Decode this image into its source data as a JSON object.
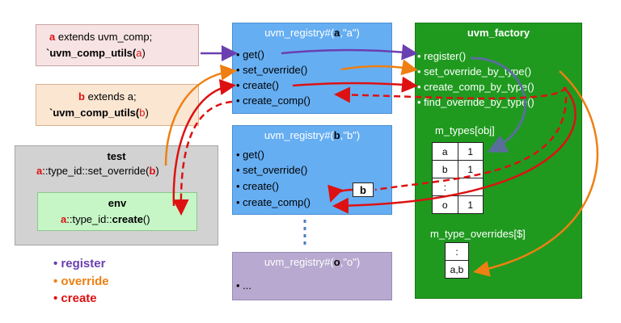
{
  "class_a": {
    "line1_name": "a",
    "line1_rest": " extends uvm_comp;",
    "line2_pre": "`uvm_comp_utils(",
    "line2_arg": "a",
    "line2_post": ")"
  },
  "class_b": {
    "line1_name": "b",
    "line1_rest": " extends a;",
    "line2_pre": "`uvm_comp_utils(",
    "line2_arg": "b",
    "line2_post": ")"
  },
  "test": {
    "title": "test",
    "call_name": "a",
    "call_mid": "::type_id::set_override(",
    "call_arg": "b",
    "call_end": ")"
  },
  "env": {
    "title": "env",
    "call_name": "a",
    "call_mid": "::type_id::",
    "call_fn": "create",
    "call_end": "()"
  },
  "registry_a": {
    "title_pre": "uvm_registry#(",
    "title_type": "a",
    "title_post": ",\"a\")",
    "methods": [
      "• get()",
      "• set_override()",
      "• create()",
      "• create_comp()"
    ]
  },
  "registry_b": {
    "title_pre": "uvm_registry#(",
    "title_type": "b",
    "title_post": ",\"b\")",
    "methods": [
      "• get()",
      "• set_override()",
      "• create()",
      "• create_comp()"
    ],
    "tag": "b"
  },
  "registry_o": {
    "title_pre": "uvm_registry#(",
    "title_type": "o",
    "title_post": ",\"o\")",
    "methods": [
      "• ..."
    ]
  },
  "factory": {
    "title": "uvm_factory",
    "methods": [
      "• register()",
      "• set_override_by_type()",
      "• create_comp_by_type()",
      "• find_override_by_type()"
    ],
    "types_label": "m_types[obj]",
    "types_rows": [
      [
        "a",
        "1"
      ],
      [
        "b",
        "1"
      ],
      [
        ":",
        ""
      ],
      [
        "o",
        "1"
      ]
    ],
    "overrides_label": "m_type_overrides[$]",
    "overrides_rows": [
      ":",
      "a,b"
    ]
  },
  "legend": {
    "register": "• register",
    "override": "• override",
    "create": "• create"
  },
  "colors": {
    "register": "#6a3fb0",
    "override": "#ef7f12",
    "create": "#dd1111"
  }
}
